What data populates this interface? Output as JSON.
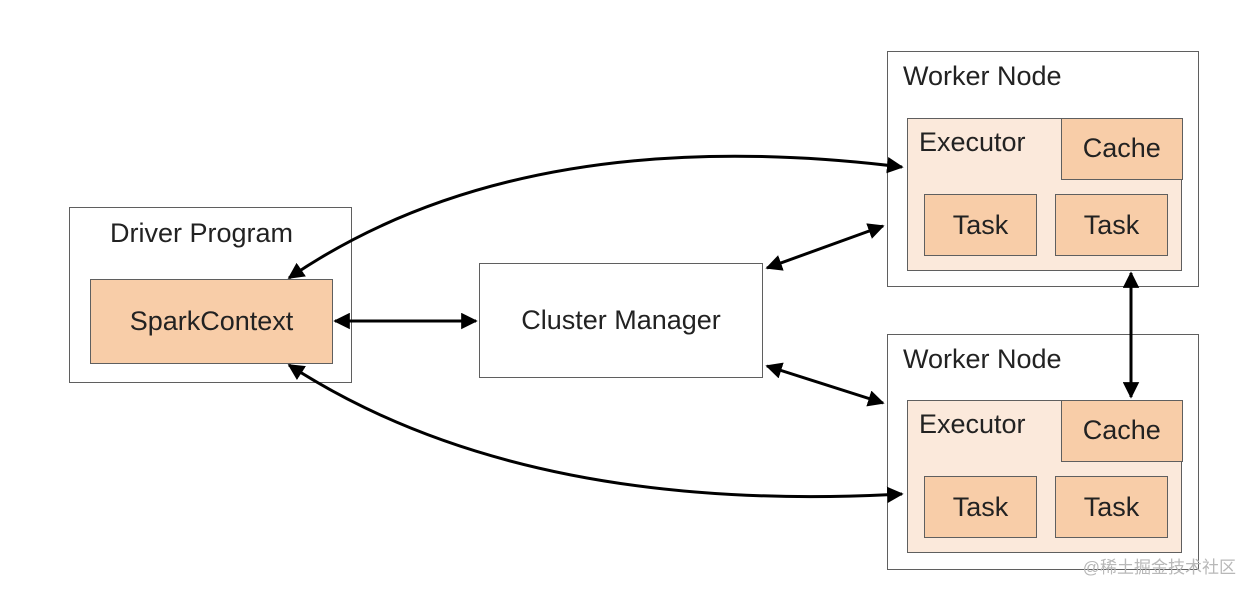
{
  "driver": {
    "title": "Driver Program",
    "spark_context": "SparkContext"
  },
  "cluster_manager": {
    "label": "Cluster Manager"
  },
  "worker_nodes": [
    {
      "title": "Worker Node",
      "executor": "Executor",
      "cache": "Cache",
      "tasks": [
        "Task",
        "Task"
      ]
    },
    {
      "title": "Worker Node",
      "executor": "Executor",
      "cache": "Cache",
      "tasks": [
        "Task",
        "Task"
      ]
    }
  ],
  "colors": {
    "border": "#5f5f5f",
    "executor_fill": "#fbe9db",
    "component_fill": "#f8cda8",
    "arrow": "#000000"
  },
  "watermark": "@稀土掘金技术社区"
}
